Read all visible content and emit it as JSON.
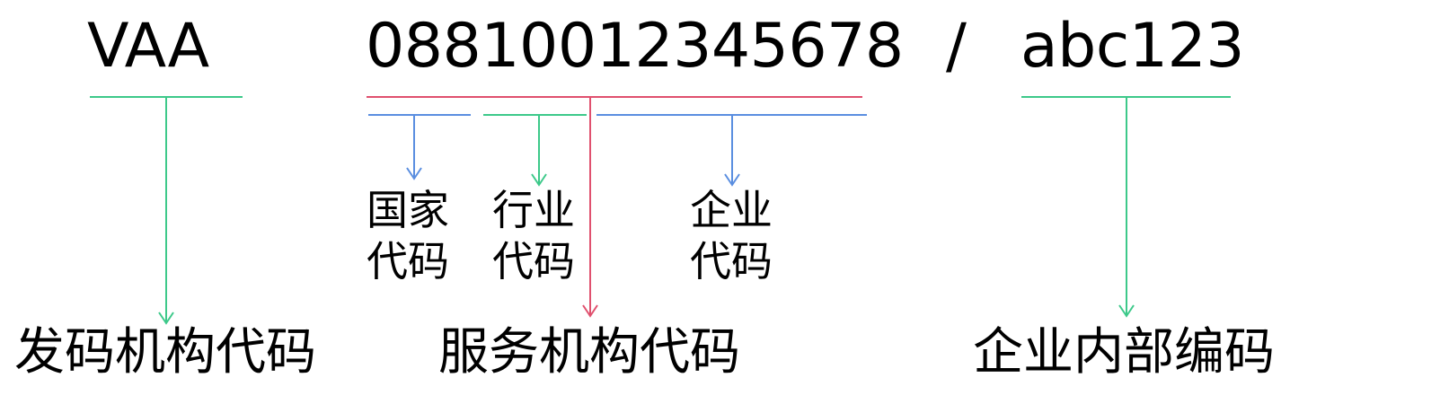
{
  "code": {
    "issuer": "VAA",
    "service": "08810012345678",
    "separator": "/",
    "internal": "abc123"
  },
  "sub_labels": {
    "country": {
      "line1": "国家",
      "line2": "代码"
    },
    "industry": {
      "line1": "行业",
      "line2": "代码"
    },
    "enterprise": {
      "line1": "企业",
      "line2": "代码"
    }
  },
  "main_labels": {
    "issuer": "发码机构代码",
    "service": "服务机构代码",
    "internal": "企业内部编码"
  },
  "colors": {
    "green": "#3dc98a",
    "blue": "#5a8ee0",
    "red": "#e0506e"
  }
}
